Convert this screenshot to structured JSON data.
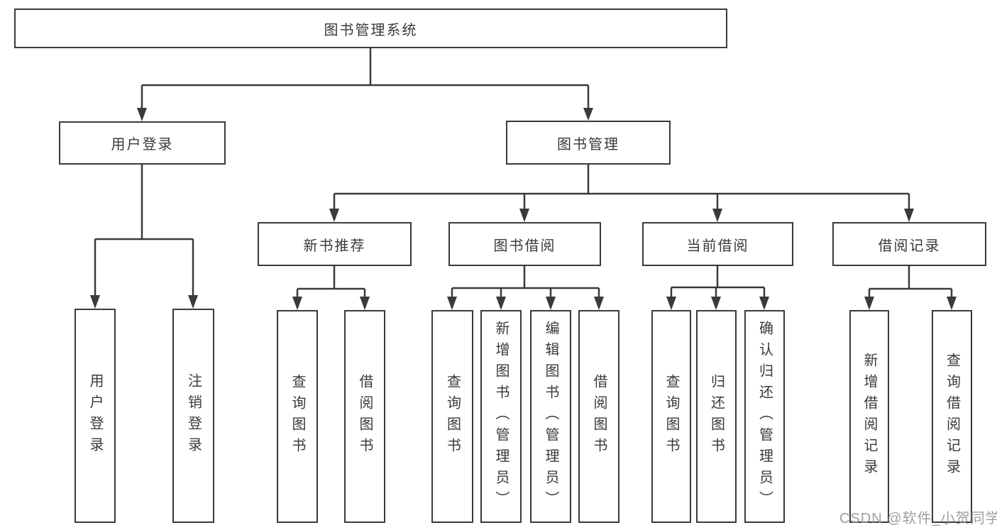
{
  "diagram": {
    "root": {
      "label": "图书管理系统"
    },
    "user_login": {
      "label": "用户登录",
      "children": [
        {
          "label": "用户登录"
        },
        {
          "label": "注销登录"
        }
      ]
    },
    "book_mgmt": {
      "label": "图书管理",
      "sections": [
        {
          "label": "新书推荐",
          "children": [
            {
              "label": "查询图书"
            },
            {
              "label": "借阅图书"
            }
          ]
        },
        {
          "label": "图书借阅",
          "children": [
            {
              "label": "查询图书"
            },
            {
              "label": "新增图书（管理员）"
            },
            {
              "label": "编辑图书（管理员）"
            },
            {
              "label": "借阅图书"
            }
          ]
        },
        {
          "label": "当前借阅",
          "children": [
            {
              "label": "查询图书"
            },
            {
              "label": "归还图书"
            },
            {
              "label": "确认归还（管理员）"
            }
          ]
        },
        {
          "label": "借阅记录",
          "children": [
            {
              "label": "新增借阅记录"
            },
            {
              "label": "查询借阅记录"
            }
          ]
        }
      ]
    },
    "line_color": "#3a3a3a",
    "watermark": "CSDN @软件_小贺同学"
  }
}
